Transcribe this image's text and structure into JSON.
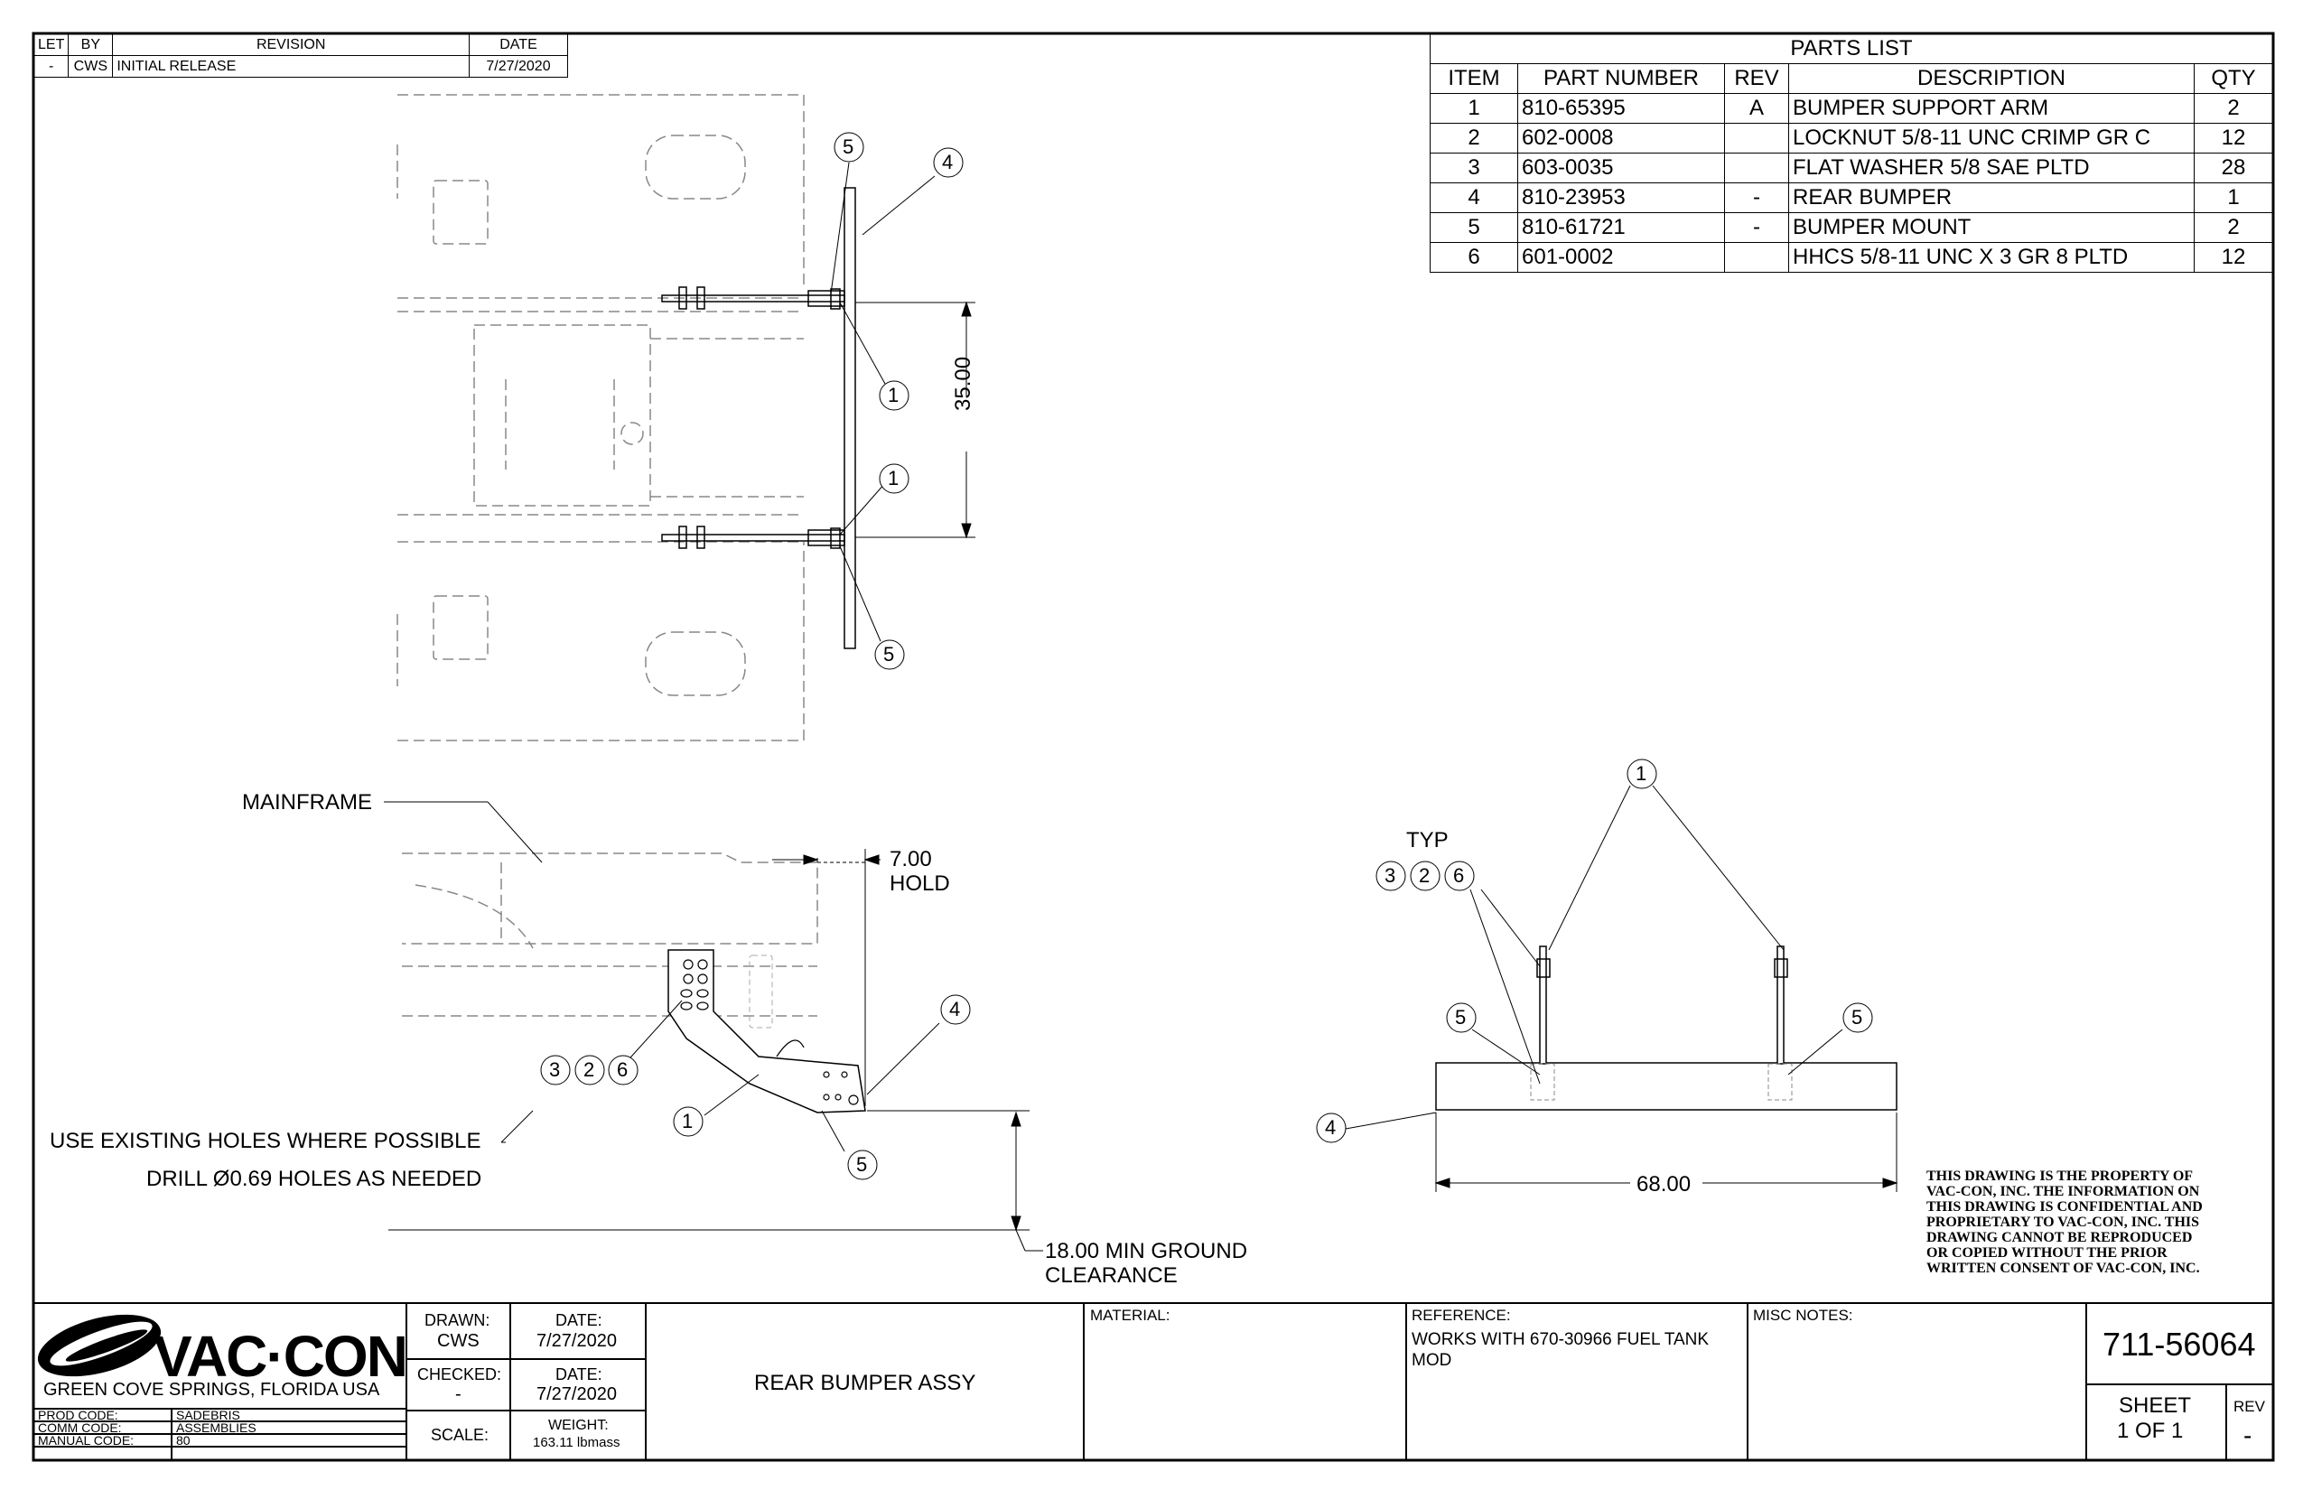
{
  "revision_block": {
    "headers": [
      "LET",
      "BY",
      "REVISION",
      "DATE"
    ],
    "rows": [
      [
        "-",
        "CWS",
        "INITIAL RELEASE",
        "7/27/2020"
      ]
    ]
  },
  "parts_list": {
    "title": "PARTS LIST",
    "headers": [
      "ITEM",
      "PART NUMBER",
      "REV",
      "DESCRIPTION",
      "QTY"
    ],
    "rows": [
      [
        "1",
        "810-65395",
        "A",
        "BUMPER SUPPORT ARM",
        "2"
      ],
      [
        "2",
        "602-0008",
        "",
        "LOCKNUT 5/8-11 UNC CRIMP GR C",
        "12"
      ],
      [
        "3",
        "603-0035",
        "",
        "FLAT WASHER 5/8 SAE PLTD",
        "28"
      ],
      [
        "4",
        "810-23953",
        "-",
        "REAR BUMPER",
        "1"
      ],
      [
        "5",
        "810-61721",
        "-",
        "BUMPER MOUNT",
        "2"
      ],
      [
        "6",
        "601-0002",
        "",
        "HHCS 5/8-11 UNC X 3 GR 8 PLTD",
        "12"
      ]
    ]
  },
  "top_view": {
    "balloons": [
      "5",
      "4",
      "1",
      "1",
      "5"
    ],
    "dimension": "35.00"
  },
  "side_view": {
    "mainframe_label": "MAINFRAME",
    "hold_dim": "7.00",
    "hold_label": "HOLD",
    "note_line1": "USE EXISTING HOLES WHERE POSSIBLE",
    "note_line2": "DRILL Ø0.69 HOLES AS NEEDED",
    "ground_line1": "18.00 MIN GROUND",
    "ground_line2": "CLEARANCE",
    "balloons": [
      "4",
      "3",
      "2",
      "6",
      "1",
      "5"
    ]
  },
  "rear_view": {
    "typ_label": "TYP",
    "width_dim": "68.00",
    "balloons": [
      "1",
      "3",
      "2",
      "6",
      "5",
      "5",
      "4"
    ]
  },
  "proprietary_note": [
    "THIS DRAWING IS THE PROPERTY OF",
    "VAC-CON, INC.  THE INFORMATION ON",
    "THIS DRAWING IS CONFIDENTIAL AND",
    "PROPRIETARY TO VAC-CON, INC.  THIS",
    "DRAWING CANNOT BE REPRODUCED",
    "OR COPIED WITHOUT THE PRIOR",
    "WRITTEN CONSENT OF VAC-CON, INC."
  ],
  "title_block": {
    "company": "VAC·CON",
    "location": "GREEN COVE SPRINGS, FLORIDA USA",
    "prod_code_label": "PROD CODE:",
    "prod_code": "SADEBRIS",
    "comm_code_label": "COMM CODE:",
    "comm_code": "ASSEMBLIES",
    "manual_code_label": "MANUAL CODE:",
    "manual_code": "80",
    "drawn_label": "DRAWN:",
    "drawn": "CWS",
    "drawn_date_label": "DATE:",
    "drawn_date": "7/27/2020",
    "checked_label": "CHECKED:",
    "checked": "-",
    "checked_date_label": "DATE:",
    "checked_date": "7/27/2020",
    "scale_label": "SCALE:",
    "weight_label": "WEIGHT:",
    "weight": "163.11 lbmass",
    "title": "REAR BUMPER ASSY",
    "material_label": "MATERIAL:",
    "reference_label": "REFERENCE:",
    "reference": "WORKS WITH 670-30966 FUEL TANK MOD",
    "misc_label": "MISC NOTES:",
    "drawing_number": "711-56064",
    "sheet_label": "SHEET",
    "sheet": "1  OF 1",
    "rev_label": "REV",
    "rev": "-"
  }
}
